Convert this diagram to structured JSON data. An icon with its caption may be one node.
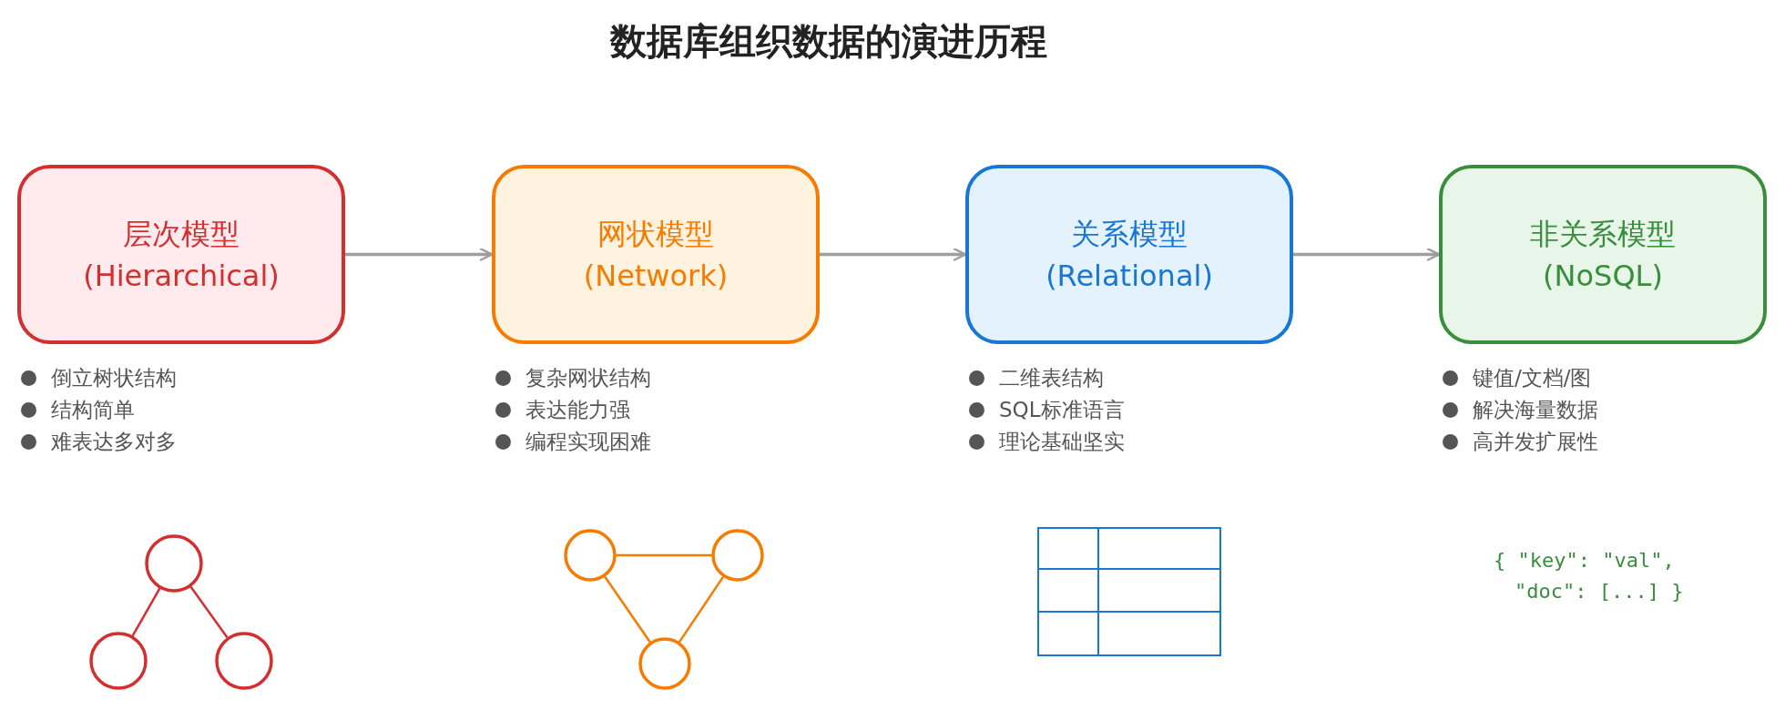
{
  "diagram": {
    "title": "数据库组织数据的演进历程",
    "nodes": [
      {
        "text": [
          "层次模型",
          "(Hierarchical)"
        ],
        "beside": [
          "倒立树状结构",
          "结构简单",
          "难表达多对多"
        ]
      },
      {
        "text": [
          "网状模型",
          "(Network)"
        ],
        "beside": [
          "复杂网状结构",
          "表达能力强",
          "编程实现困难"
        ]
      },
      {
        "text": [
          "关系模型",
          "(Relational)"
        ],
        "beside": [
          "二维表结构",
          "SQL标准语言",
          "理论基础坚实"
        ]
      },
      {
        "text": [
          "非关系模型",
          "(NoSQL)"
        ],
        "beside": [
          "键值/文档/图",
          "解决海量数据",
          "高并发扩展性"
        ]
      },
      {
        "text": [],
        "shape": "circle"
      },
      {
        "text": [],
        "shape": "circle"
      },
      {
        "text": [],
        "shape": "circle"
      },
      {
        "text": [],
        "shape": "circle"
      },
      {
        "text": [],
        "shape": "circle"
      },
      {
        "text": [],
        "shape": "circle"
      }
    ],
    "edges": [
      {
        "from": 0,
        "to": 1,
        "arrow": "to"
      },
      {
        "from": 1,
        "to": 2,
        "arrow": "to"
      },
      {
        "from": 2,
        "to": 3,
        "arrow": "to"
      },
      {
        "from": 4,
        "to": 5,
        "arrow": "none",
        "color": "#d32f2f"
      },
      {
        "from": 4,
        "to": 6,
        "arrow": "none",
        "color": "#d32f2f"
      },
      {
        "from": 7,
        "to": 8,
        "arrow": "none",
        "color": "#f57c00"
      },
      {
        "from": 7,
        "to": 9,
        "arrow": "none",
        "color": "#f57c00"
      },
      {
        "from": 8,
        "to": 9,
        "arrow": "none",
        "color": "#f57c00"
      }
    ],
    "labels": [
      "{ \"key\": \"val\",",
      "\"doc\": [...] }"
    ]
  }
}
